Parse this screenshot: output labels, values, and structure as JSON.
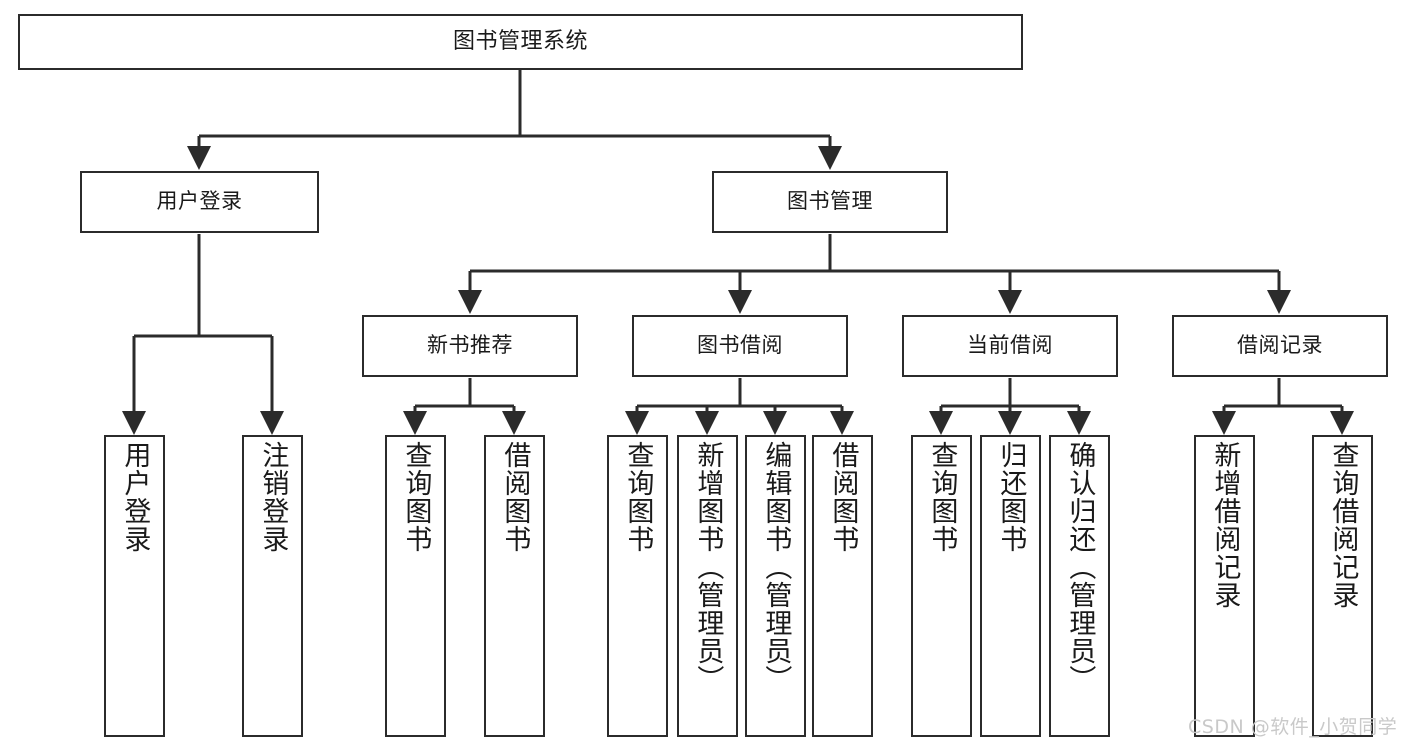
{
  "diagram": {
    "title": "图书管理系统",
    "type": "tree-hierarchy",
    "watermark": "CSDN @软件_小贺同学",
    "colors": {
      "stroke": "#2b2b2b",
      "fill": "#ffffff",
      "text": "#1a1a1a",
      "watermark": "#c9c9c9"
    },
    "nodes": {
      "root": {
        "label": "图书管理系统"
      },
      "level2": [
        {
          "id": "user-login",
          "label": "用户登录"
        },
        {
          "id": "book-manage",
          "label": "图书管理"
        }
      ],
      "level3": [
        {
          "id": "new-book-rec",
          "label": "新书推荐"
        },
        {
          "id": "book-borrow",
          "label": "图书借阅"
        },
        {
          "id": "current-borrow",
          "label": "当前借阅"
        },
        {
          "id": "borrow-record",
          "label": "借阅记录"
        }
      ],
      "leaves": {
        "user-login": [
          {
            "id": "leaf-user-login",
            "label": "用户登录"
          },
          {
            "id": "leaf-logout",
            "label": "注销登录"
          }
        ],
        "new-book-rec": [
          {
            "id": "leaf-query-book-1",
            "label": "查询图书"
          },
          {
            "id": "leaf-borrow-book-1",
            "label": "借阅图书"
          }
        ],
        "book-borrow": [
          {
            "id": "leaf-query-book-2",
            "label": "查询图书"
          },
          {
            "id": "leaf-add-book",
            "label": "新增图书（管理员）"
          },
          {
            "id": "leaf-edit-book",
            "label": "编辑图书（管理员）"
          },
          {
            "id": "leaf-borrow-book-2",
            "label": "借阅图书"
          }
        ],
        "current-borrow": [
          {
            "id": "leaf-query-book-3",
            "label": "查询图书"
          },
          {
            "id": "leaf-return-book",
            "label": "归还图书"
          },
          {
            "id": "leaf-confirm-return",
            "label": "确认归还（管理员）"
          }
        ],
        "borrow-record": [
          {
            "id": "leaf-add-record",
            "label": "新增借阅记录"
          },
          {
            "id": "leaf-query-record",
            "label": "查询借阅记录"
          }
        ]
      }
    }
  }
}
